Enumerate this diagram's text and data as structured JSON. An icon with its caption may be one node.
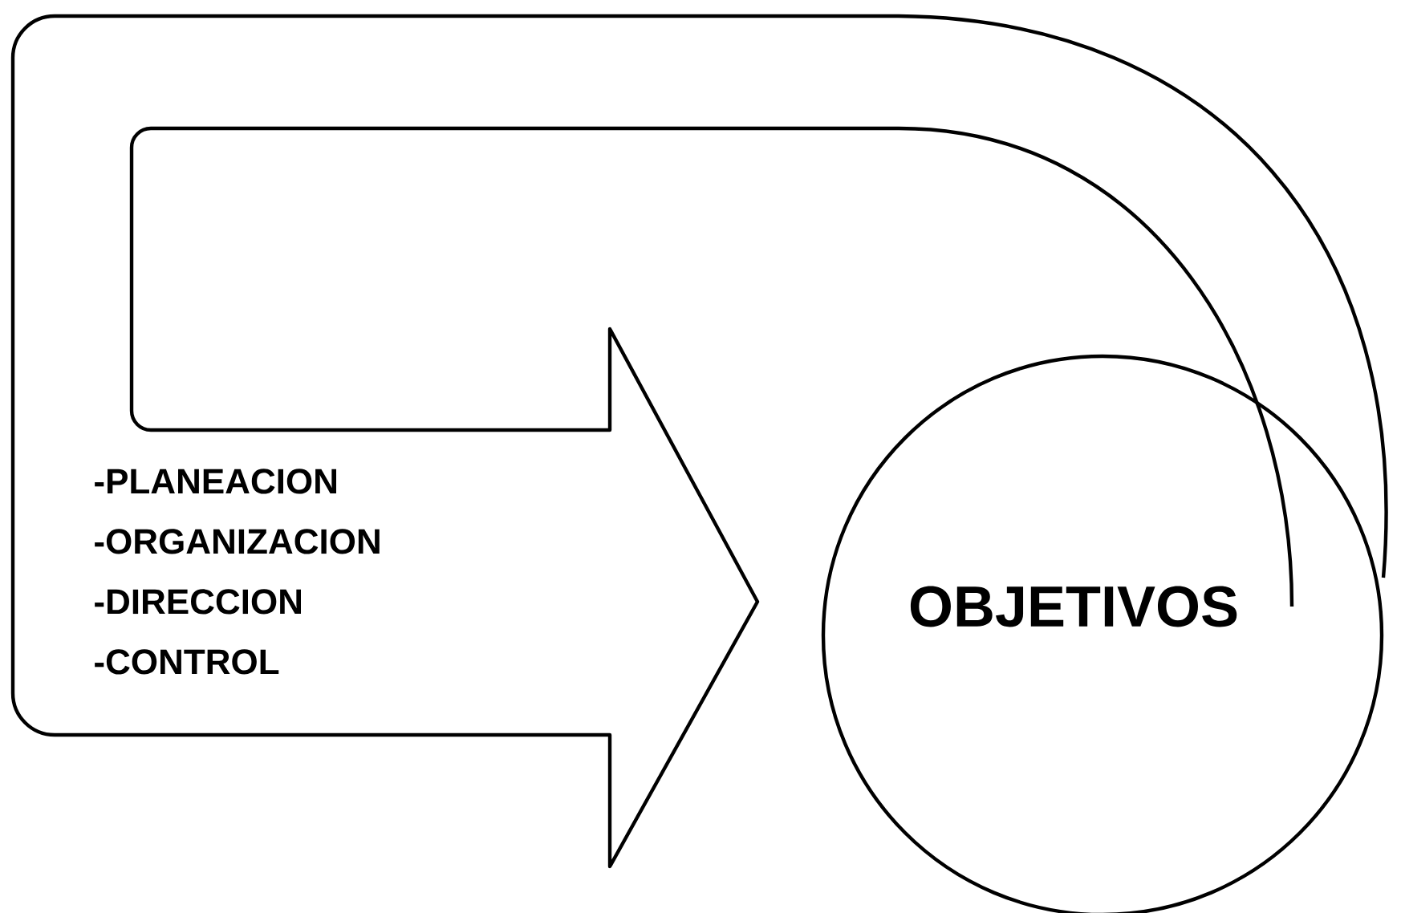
{
  "diagram": {
    "nodes": [
      {
        "text": [
          "-PLANEACION",
          "-ORGANIZACION",
          "-DIRECCION",
          "-CONTROL"
        ]
      },
      {
        "text": [
          "OBJETIVOS"
        ]
      }
    ]
  }
}
